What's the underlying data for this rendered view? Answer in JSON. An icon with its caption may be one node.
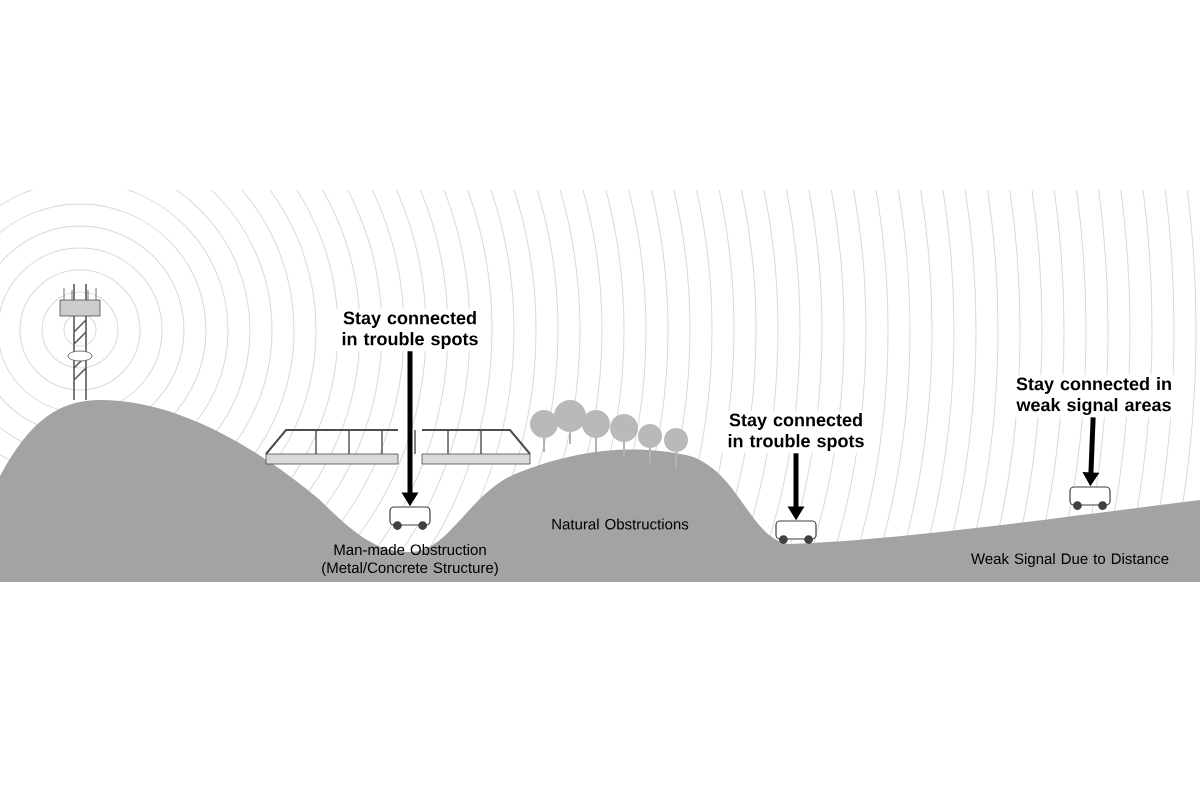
{
  "diagram": {
    "nodes": [
      {
        "text": [
          "Stay connected in trouble spots"
        ]
      },
      {
        "text": [],
        "shape": "car"
      },
      {
        "text": [
          "Stay connected in trouble spots"
        ]
      },
      {
        "text": [],
        "shape": "car"
      },
      {
        "text": [
          "Stay connected in weak signal areas"
        ]
      },
      {
        "text": [],
        "shape": "car"
      }
    ],
    "edges": [
      {
        "from": 0,
        "to": 1,
        "arrow": "to"
      },
      {
        "from": 2,
        "to": 3,
        "arrow": "to"
      },
      {
        "from": 4,
        "to": 5,
        "arrow": "to"
      }
    ],
    "labels": [
      "Man-made Obstruction (Metal/Concrete Structure)",
      "Natural Obstructions",
      "Weak Signal Due to Distance"
    ]
  }
}
